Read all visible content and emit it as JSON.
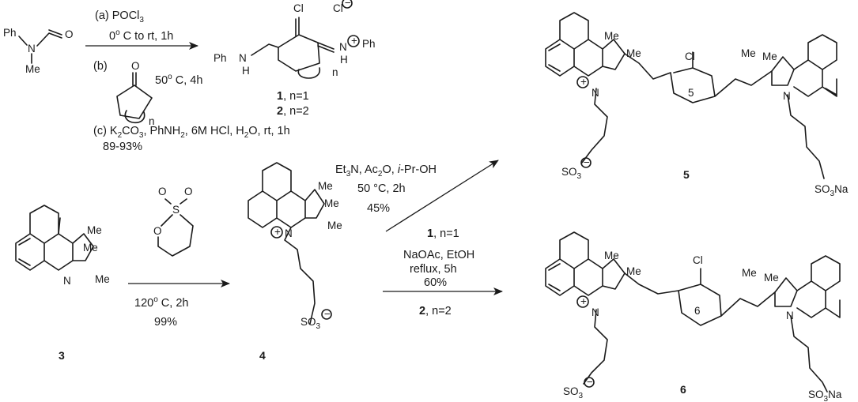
{
  "reaction_1": {
    "step_a": "(a) POCl",
    "step_a_sub": "3",
    "temp_1": "0",
    "temp_1_sup": "o",
    "temp_1_rest": " C to rt, 1h",
    "step_b": "(b)",
    "temp_2": "50",
    "temp_2_sup": "o",
    "temp_2_rest": " C, 4h",
    "step_c_1": "(c) K",
    "step_c_sub1": "2",
    "step_c_2": "CO",
    "step_c_sub2": "3",
    "step_c_3": ", PhNH",
    "step_c_sub3": "2",
    "step_c_4": ", 6M HCl, H",
    "step_c_sub4": "2",
    "step_c_5": "O, rt, 1h",
    "yield": "89-93%"
  },
  "reaction_2": {
    "temp_1": "120",
    "temp_1_sup": "o",
    "temp_1_rest": " C, 2h",
    "yield": "99%"
  },
  "reaction_3": {
    "reagent_1": "Et",
    "reagent_1_sub": "3",
    "reagent_2": "N, Ac",
    "reagent_2_sub": "2",
    "reagent_3": "O, ",
    "reagent_italic": "i",
    "reagent_4": "-Pr-OH",
    "conditions": "50 °C, 2h",
    "yield": "45%",
    "partner_num": "1",
    "partner_text": ", n=1"
  },
  "reaction_4": {
    "reagent": "NaOAc, EtOH",
    "conditions": "reflux, 5h",
    "yield": "60%",
    "partner_num": "2",
    "partner_text": ", n=2"
  },
  "compounds": {
    "c1_num": "1",
    "c1_text": ", n=1",
    "c2_num": "2",
    "c2_text": ", n=2",
    "c3": "3",
    "c4": "4",
    "c5": "5",
    "c6": "6"
  },
  "atoms": {
    "ph": "Ph",
    "n": "N",
    "me": "Me",
    "o": "O",
    "cl": "Cl",
    "nh": "H",
    "n_label": "n",
    "ring5": "5",
    "ring6": "6",
    "s": "S",
    "so3": "SO",
    "so3_sub": "3",
    "na": "Na",
    "plus": "+",
    "minus": "−"
  }
}
